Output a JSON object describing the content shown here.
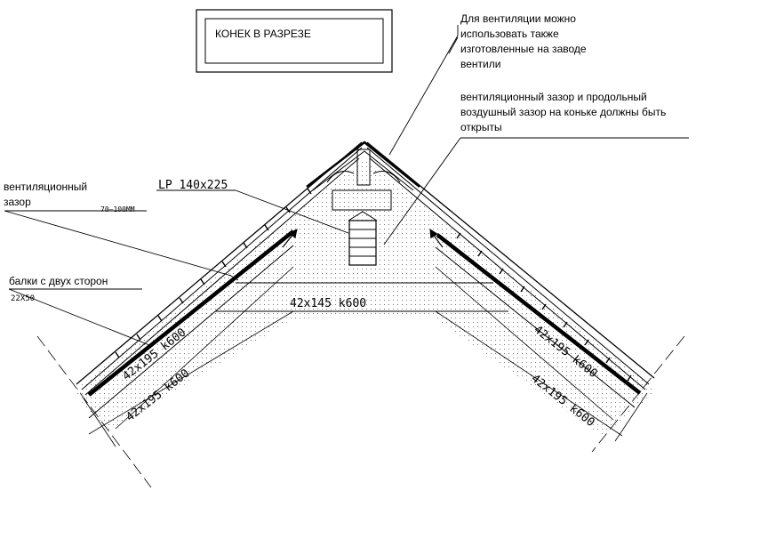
{
  "title": "КОНЕК В РАЗРЕЗЕ",
  "notes": {
    "valves_line1": "Для вентиляции можно",
    "valves_line2": "использовать также",
    "valves_line3": "изготовленные на заводе",
    "valves_line4": "вентили",
    "gap_line1": "вентиляционный зазор и продольный",
    "gap_line2": "воздушный зазор на коньке  должны быть",
    "gap_line3": "открыты",
    "vent_line1": "вентиляционный",
    "vent_line2": "зазор",
    "vent_dim": "70–100ММ",
    "joist_label": "балки с двух сторон",
    "joist_dim": "22X50",
    "lp_label": "LP 140x225"
  },
  "dimensions": {
    "collar": "42x145  k600",
    "rafter_left_upper": "42x195  k600",
    "rafter_left_lower": "42x195  k600",
    "rafter_right_upper": "42x195  k600",
    "rafter_right_lower": "42x195  k600"
  },
  "colors": {
    "ink": "#000000",
    "background": "#ffffff"
  }
}
